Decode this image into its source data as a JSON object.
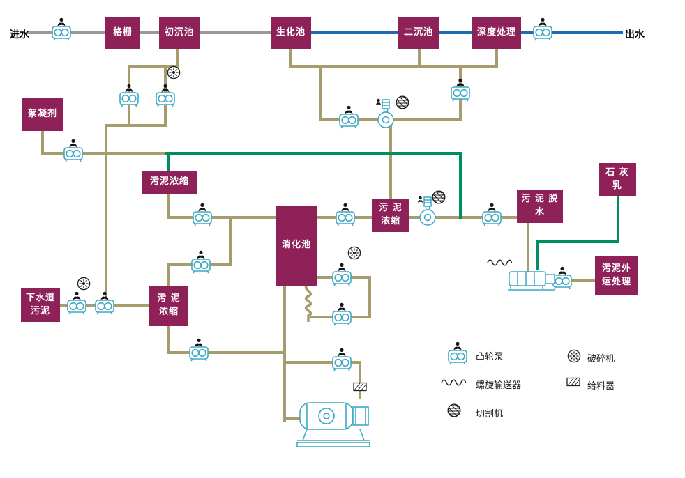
{
  "labels": {
    "inlet": "进水",
    "outlet": "出水"
  },
  "process_boxes": {
    "screen": "格栅",
    "primary_sedimentation": "初沉池",
    "biochemical_tank": "生化池",
    "secondary_sedimentation": "二沉池",
    "advanced_treatment": "深度处理",
    "flocculant": "絮凝剂",
    "sludge_thickening_1": "污泥浓缩",
    "digester": "消化池",
    "sludge_thickening_2": "污 泥\n浓缩",
    "sludge_dewatering": "污 泥 脱\n水",
    "lime_milk": "石 灰\n乳",
    "sludge_offsite_disposal": "污泥外\n运处理",
    "sewer_sludge": "下水道\n污泥",
    "sludge_thickening_3": "污 泥\n浓缩"
  },
  "legend": {
    "cam_pump": "凸轮泵",
    "crusher": "破碎机",
    "screw_conveyor": "螺旋输送器",
    "feeder": "给料器",
    "cutter": "切割机"
  },
  "icons": {
    "cam_pump": "twin-lobe-pump-with-operator-figure",
    "crusher": "radial-gear-circle",
    "screw_conveyor": "wave-line",
    "feeder": "hatched-rect",
    "cutter": "crosshatch-circle"
  },
  "colors": {
    "process_box": "#8e2158",
    "water_main_line": "#1b6ab2",
    "influent_line": "#9a9a9a",
    "sludge_line": "#a69c6e",
    "chemical_line": "#008e5e",
    "equipment_outline": "#3fa8c4"
  }
}
